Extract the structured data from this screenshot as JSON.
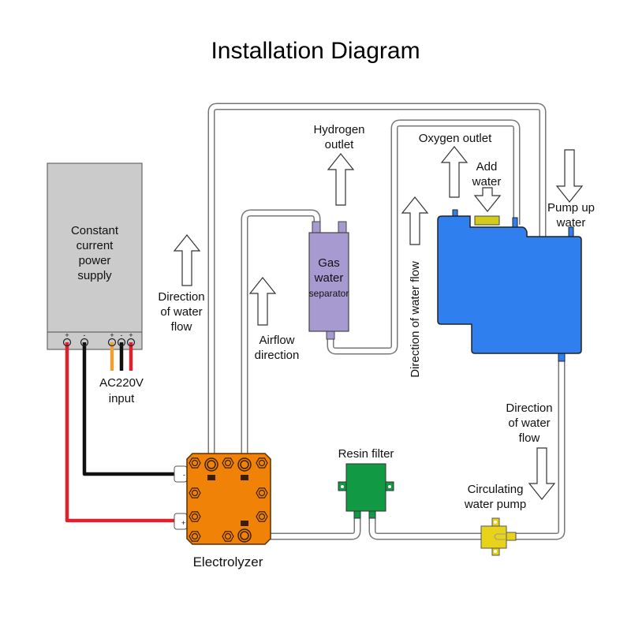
{
  "title": "Installation Diagram",
  "colors": {
    "power_supply": "#cbcbcb",
    "electrolyzer": "#f08208",
    "tank": "#2f80ee",
    "separator": "#a79ad0",
    "resin_filter": "#119944",
    "pump": "#e8d21a",
    "red_wire": "#e0202a",
    "black_wire": "#111111",
    "orange_wire": "#f0a030"
  },
  "power_supply": {
    "label": [
      "Constant",
      "current",
      "power",
      "supply"
    ],
    "terminal_marks": [
      "+",
      "-",
      "+",
      "-",
      "+"
    ]
  },
  "ac_input": [
    "AC220V",
    "input"
  ],
  "electrolyzer": {
    "label": "Electrolyzer",
    "terminal_minus": "-",
    "terminal_plus": "+"
  },
  "separator": {
    "label": [
      "Gas",
      "water",
      "separator"
    ]
  },
  "labels": {
    "hydrogen_outlet": [
      "Hydrogen",
      "outlet"
    ],
    "oxygen_outlet": "Oxygen outlet",
    "add_water": [
      "Add",
      "water"
    ],
    "pump_up_water": [
      "Pump up",
      "water"
    ],
    "water_flow_left": [
      "Direction",
      "of water",
      "flow"
    ],
    "airflow": [
      "Airflow",
      "direction"
    ],
    "water_flow_vertical": "Direction of water flow",
    "water_flow_right": [
      "Direction",
      "of water",
      "flow"
    ],
    "resin_filter": "Resin filter",
    "circulating_pump": [
      "Circulating",
      "water pump"
    ]
  }
}
